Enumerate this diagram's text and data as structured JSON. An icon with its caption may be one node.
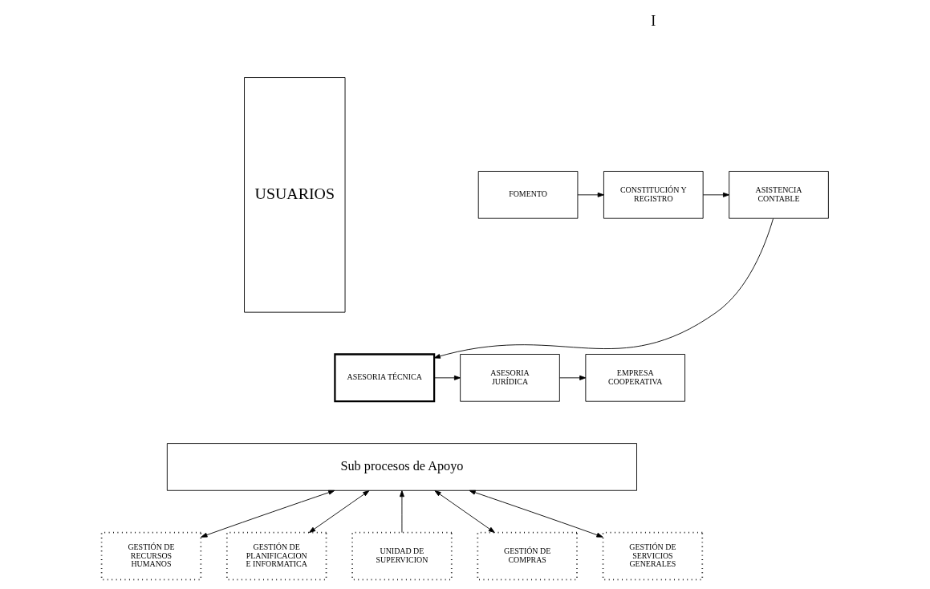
{
  "diagram": {
    "nodes": [
      {
        "text": [
          "USUARIOS"
        ]
      },
      {
        "text": [
          "FOMENTO"
        ]
      },
      {
        "text": [
          "CONSTITUCIÓN Y REGISTRO"
        ]
      },
      {
        "text": [
          "ASISTENCIA CONTABLE"
        ]
      },
      {
        "text": [
          "EMPRESA COOPERATIVA"
        ]
      },
      {
        "text": [
          "ASESORIA JURÍDICA"
        ]
      },
      {
        "text": [
          "ASESORIA TÉCNICA"
        ]
      },
      {
        "text": [
          "Sub procesos de Apoyo"
        ]
      },
      {
        "text": [
          "GESTIÓN DE RECURSOS HUMANOS"
        ]
      },
      {
        "text": [
          "GESTIÓN DE PLANIFICACION E INFORMATICA"
        ]
      },
      {
        "text": [
          "UNIDAD DE SUPERVICION"
        ]
      },
      {
        "text": [
          "GESTIÓN DE COMPRAS"
        ]
      },
      {
        "text": [
          "GESTIÓN DE SERVICIOS GENERALES"
        ]
      }
    ],
    "edges": [
      {
        "from": 1,
        "to": 2,
        "arrow": "to"
      },
      {
        "from": 2,
        "to": 3,
        "arrow": "to"
      },
      {
        "from": 3,
        "to": 6,
        "arrow": "to"
      },
      {
        "from": 6,
        "to": 5,
        "arrow": "to"
      },
      {
        "from": 5,
        "to": 4,
        "arrow": "to"
      },
      {
        "from": 8,
        "to": 7,
        "arrow": "both"
      },
      {
        "from": 9,
        "to": 7,
        "arrow": "both"
      },
      {
        "from": 10,
        "to": 7,
        "arrow": "to"
      },
      {
        "from": 11,
        "to": 7,
        "arrow": "both"
      },
      {
        "from": 12,
        "to": 7,
        "arrow": "both"
      }
    ],
    "labels": [
      "I"
    ]
  }
}
